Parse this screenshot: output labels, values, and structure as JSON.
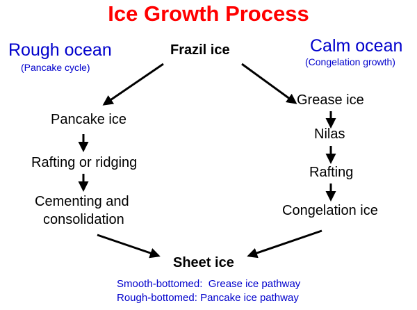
{
  "title": "Ice Growth Process",
  "colors": {
    "title": "#ff0000",
    "branch": "#0000cc",
    "node": "#000000",
    "arrow": "#000000"
  },
  "start_node": "Frazil ice",
  "left_branch": {
    "heading": "Rough ocean",
    "subheading": "(Pancake cycle)",
    "steps": [
      "Pancake ice",
      "Rafting or ridging",
      "Cementing and",
      "consolidation"
    ]
  },
  "right_branch": {
    "heading": "Calm ocean",
    "subheading": "(Congelation growth)",
    "steps": [
      "Grease ice",
      "Nilas",
      "Rafting",
      "Congelation ice"
    ]
  },
  "end_node": "Sheet ice",
  "notes": [
    "Smooth-bottomed:  Grease ice pathway",
    "Rough-bottomed: Pancake ice pathway"
  ]
}
